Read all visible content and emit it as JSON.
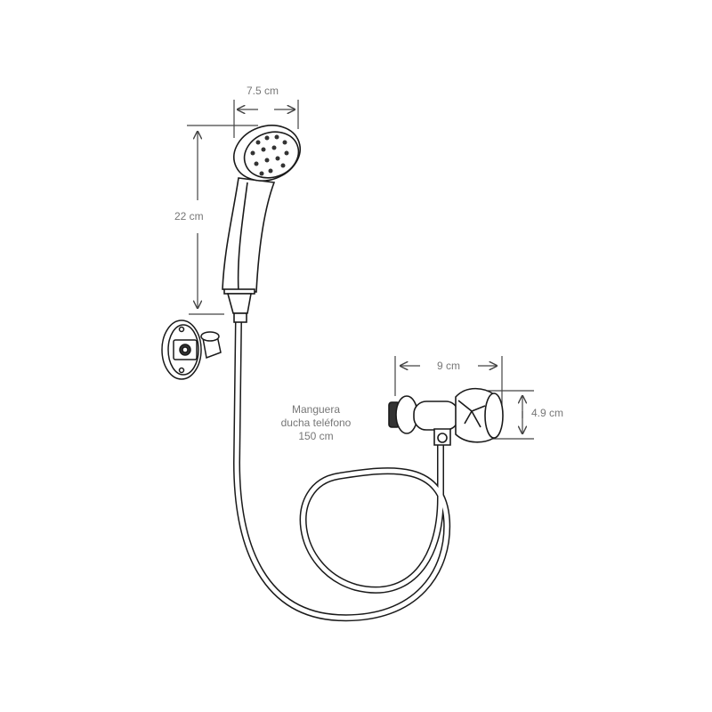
{
  "dimensions": {
    "head_width": "7.5 cm",
    "shower_length": "22 cm",
    "valve_width": "9 cm",
    "valve_height": "4.9 cm"
  },
  "hose_label": {
    "line1": "Manguera",
    "line2": "ducha teléfono",
    "line3": "150 cm"
  },
  "colors": {
    "line": "#1a1a1a",
    "dimension": "#555555",
    "text": "#777777"
  }
}
